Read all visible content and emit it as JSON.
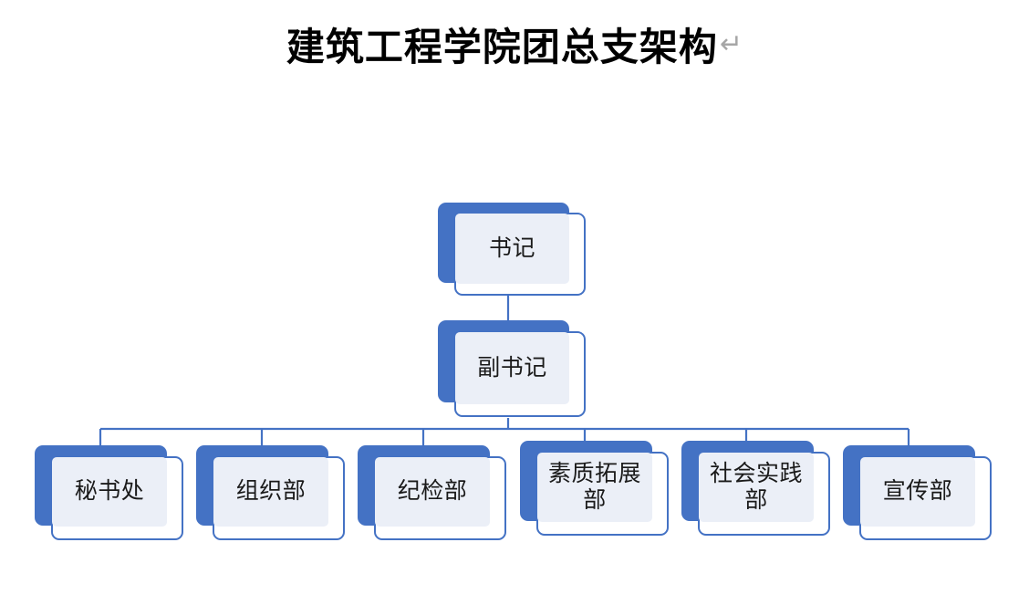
{
  "title": {
    "text": "建筑工程学院团总支架构",
    "paragraph_mark": "↵"
  },
  "colors": {
    "accent_blue": "#4472C4",
    "card_fill": "#EBEFF7",
    "card_border": "#4472C4",
    "card_background": "#FFFFFF",
    "connector": "#4472C4",
    "title_text": "#000000",
    "paragraph_mark": "#A6A6A6"
  },
  "chart_data": {
    "type": "diagram",
    "subtype": "organization-chart",
    "title": "建筑工程学院团总支架构",
    "levels": 3,
    "nodes": [
      {
        "id": "n0",
        "label": "书记",
        "level": 0,
        "parent": null
      },
      {
        "id": "n1",
        "label": "副书记",
        "level": 1,
        "parent": "n0"
      },
      {
        "id": "n2",
        "label": "秘书处",
        "level": 2,
        "parent": "n1"
      },
      {
        "id": "n3",
        "label": "组织部",
        "level": 2,
        "parent": "n1"
      },
      {
        "id": "n4",
        "label": "纪检部",
        "level": 2,
        "parent": "n1"
      },
      {
        "id": "n5",
        "label": "素质拓展\n部",
        "level": 2,
        "parent": "n1"
      },
      {
        "id": "n6",
        "label": "社会实践\n部",
        "level": 2,
        "parent": "n1"
      },
      {
        "id": "n7",
        "label": "宣传部",
        "level": 2,
        "parent": "n1"
      }
    ],
    "edges": [
      {
        "from": "n0",
        "to": "n1"
      },
      {
        "from": "n1",
        "to": "n2"
      },
      {
        "from": "n1",
        "to": "n3"
      },
      {
        "from": "n1",
        "to": "n4"
      },
      {
        "from": "n1",
        "to": "n5"
      },
      {
        "from": "n1",
        "to": "n6"
      },
      {
        "from": "n1",
        "to": "n7"
      }
    ]
  },
  "nodes": {
    "secretary": {
      "label": "书记"
    },
    "deputy_secretary": {
      "label": "副书记"
    },
    "dept_1": {
      "label": "秘书处"
    },
    "dept_2": {
      "label": "组织部"
    },
    "dept_3": {
      "label": "纪检部"
    },
    "dept_4": {
      "label": "素质拓展\n部"
    },
    "dept_5": {
      "label": "社会实践\n部"
    },
    "dept_6": {
      "label": "宣传部"
    }
  }
}
